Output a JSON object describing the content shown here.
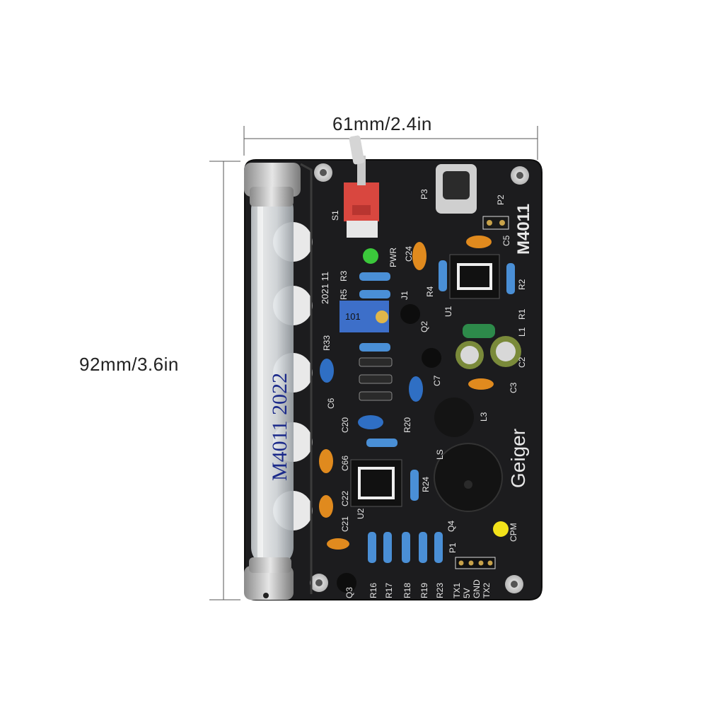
{
  "dimensions": {
    "width_label": "61mm/2.4in",
    "height_label": "92mm/3.6in"
  },
  "board": {
    "brand": "M4011",
    "title": "Geiger",
    "date": "2021 11",
    "tube_print": "M4011 2022",
    "connector_pins": [
      "TX1",
      "5V",
      "GND",
      "TX2"
    ],
    "labels": {
      "s1": "S1",
      "p3": "P3",
      "p2": "P2",
      "pwr": "PWR",
      "cpm": "CPM",
      "c5": "C5",
      "c24": "C24",
      "r4": "R4",
      "r2": "R2",
      "r3": "R3",
      "r5": "R5",
      "j1": "J1",
      "u1": "U1",
      "l1": "L1",
      "r1": "R1",
      "q2": "Q2",
      "r33": "R33",
      "c2": "C2",
      "c3": "C3",
      "c6": "C6",
      "c7": "C7",
      "c20": "C20",
      "r20": "R20",
      "l3": "L3",
      "ls": "LS",
      "c66": "C66",
      "r24": "R24",
      "c22": "C22",
      "u2": "U2",
      "c21": "C21",
      "q4": "Q4",
      "p1": "P1",
      "q3": "Q3",
      "r16": "R16",
      "r17": "R17",
      "r18": "R18",
      "r19": "R19",
      "r23": "R23",
      "pot": "101"
    }
  },
  "colors": {
    "pcb": "#1c1c1e",
    "silkscreen": "#e8e8e8",
    "capacitor": "#e08a1e",
    "ceramic_cap": "#2f6fc4",
    "resistor": "#4a8fd6",
    "led_green": "#3bc83b",
    "led_yellow": "#f2e21a",
    "switch_red": "#d9473f"
  }
}
